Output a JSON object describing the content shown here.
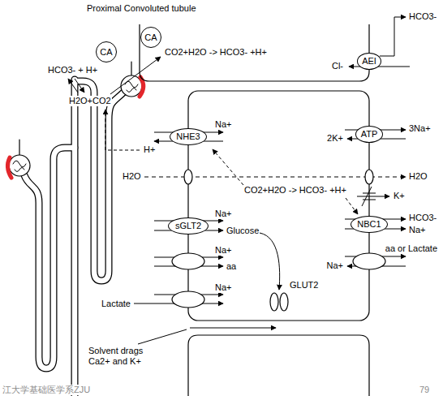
{
  "diagram": {
    "title": "Proximal Convoluted tubule",
    "nodes": [
      {
        "text": [
          "CA"
        ]
      },
      {
        "text": [
          "CA"
        ]
      },
      {
        "text": [
          "AEI"
        ]
      },
      {
        "text": [
          "NHE3"
        ]
      },
      {
        "text": [
          "ATP"
        ]
      },
      {
        "text": [
          "sGLT2"
        ]
      },
      {
        "text": [
          "NBC1"
        ]
      }
    ],
    "labels": [
      "CO2+H2O -> HCO3- +H+",
      "HCO3-",
      "HCO3- + H+",
      "Cl-",
      "H2O+CO2",
      "Na+",
      "3Na+",
      "2K+",
      "H+",
      "H2O",
      "H2O",
      "CO2+H2O -> HCO3- +H+",
      "K+",
      "Na+",
      "HCO3-",
      "Glucose",
      "Na+",
      "Na+",
      "aa or Lactate",
      "aa",
      "Na+",
      "GLUT2",
      "Na+",
      "Lactate",
      "Solvent drags Ca2+ and K+",
      "江大学基础医学系ZJU",
      "79"
    ]
  }
}
